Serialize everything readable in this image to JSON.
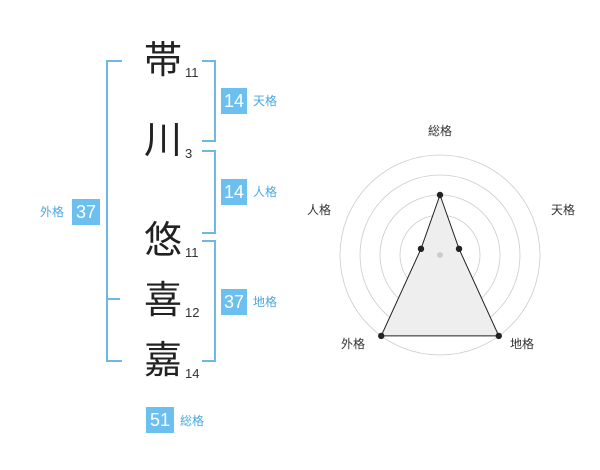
{
  "name": {
    "chars": [
      {
        "char": "帯",
        "strokes": "11"
      },
      {
        "char": "川",
        "strokes": "3"
      },
      {
        "char": "悠",
        "strokes": "11"
      },
      {
        "char": "喜",
        "strokes": "12"
      },
      {
        "char": "嘉",
        "strokes": "14"
      }
    ]
  },
  "scores": {
    "tenkaku": {
      "value": "14",
      "label": "天格"
    },
    "jinkaku": {
      "value": "14",
      "label": "人格"
    },
    "chikaku": {
      "value": "37",
      "label": "地格"
    },
    "gaikaku": {
      "value": "37",
      "label": "外格"
    },
    "soukaku": {
      "value": "51",
      "label": "総格"
    }
  },
  "radar": {
    "labels": {
      "top": "総格",
      "right": "天格",
      "bottom_right": "地格",
      "bottom_left": "外格",
      "left": "人格"
    },
    "rings": 5,
    "values": {
      "top": 0.6,
      "right": 0.2,
      "bottom_right": 1.0,
      "bottom_left": 1.0,
      "left": 0.2
    },
    "colors": {
      "fill": "#eeeeee",
      "line": "#222222",
      "grid": "#cccccc",
      "center": "#cccccc"
    }
  }
}
